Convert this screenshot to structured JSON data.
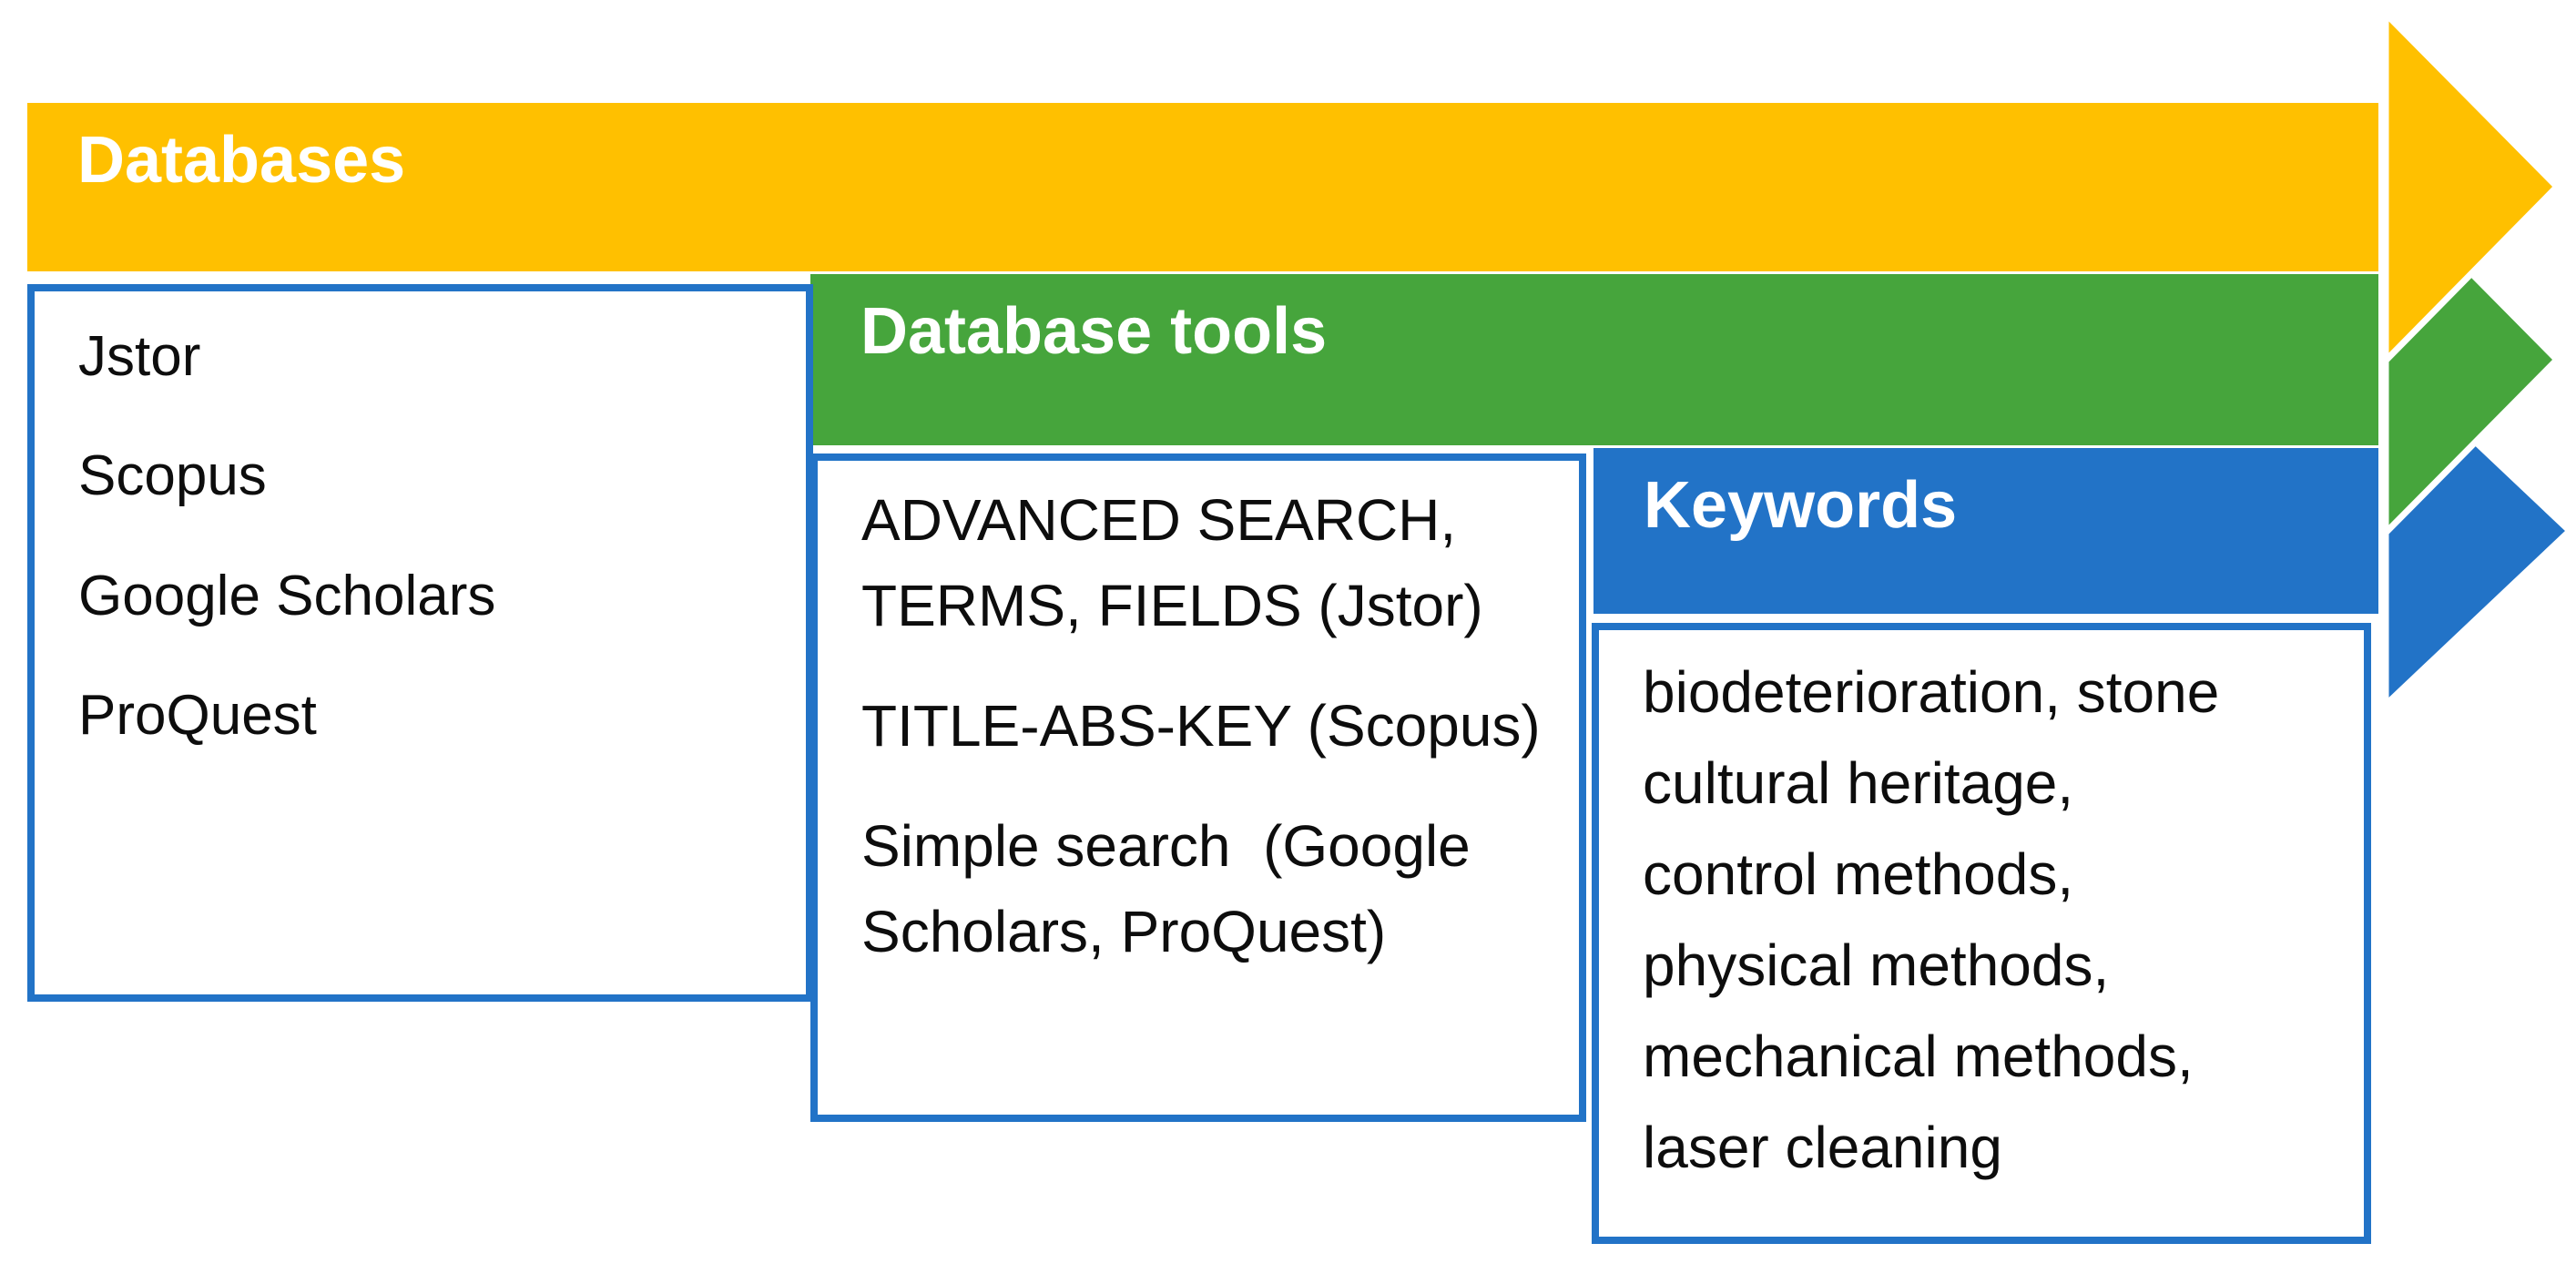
{
  "colors": {
    "databases": "#FFC000",
    "database_tools": "#46A53C",
    "keywords": "#2273C7",
    "panel_border": "#2273C7",
    "body_text": "#0D0D0D",
    "label_text": "#FFFFFF"
  },
  "banners": {
    "databases": {
      "label": "Databases"
    },
    "database_tools": {
      "label": "Database tools"
    },
    "keywords": {
      "label": "Keywords"
    }
  },
  "panels": {
    "databases": {
      "items": [
        "Jstor",
        "Scopus",
        "Google Scholars",
        "ProQuest"
      ]
    },
    "database_tools": {
      "paragraphs": [
        [
          "ADVANCED SEARCH,",
          "TERMS, FIELDS (Jstor)"
        ],
        [
          "TITLE-ABS-KEY (Scopus)"
        ],
        [
          "Simple search  (Google",
          "Scholars, ProQuest)"
        ]
      ]
    },
    "keywords": {
      "lines": [
        "biodeterioration, stone",
        "cultural heritage,",
        "control methods,",
        "physical methods,",
        "mechanical methods,",
        "laser cleaning"
      ]
    }
  }
}
